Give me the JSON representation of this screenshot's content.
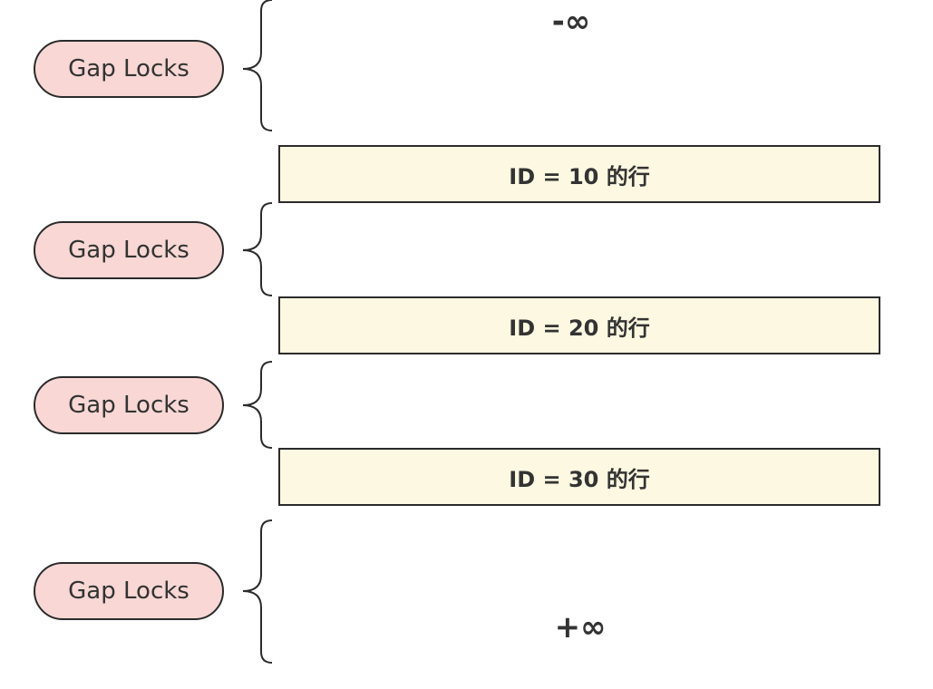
{
  "gap_lock_label": "Gap Locks",
  "bounds": {
    "lower": "-∞",
    "upper": "+∞"
  },
  "rows": [
    {
      "label": "ID = 10 的行"
    },
    {
      "label": "ID = 20 的行"
    },
    {
      "label": "ID = 30 的行"
    }
  ],
  "colors": {
    "pill_fill": "#f8d7d4",
    "row_fill": "#fdf8e1",
    "stroke": "#2b2b2b",
    "text": "#333333"
  }
}
